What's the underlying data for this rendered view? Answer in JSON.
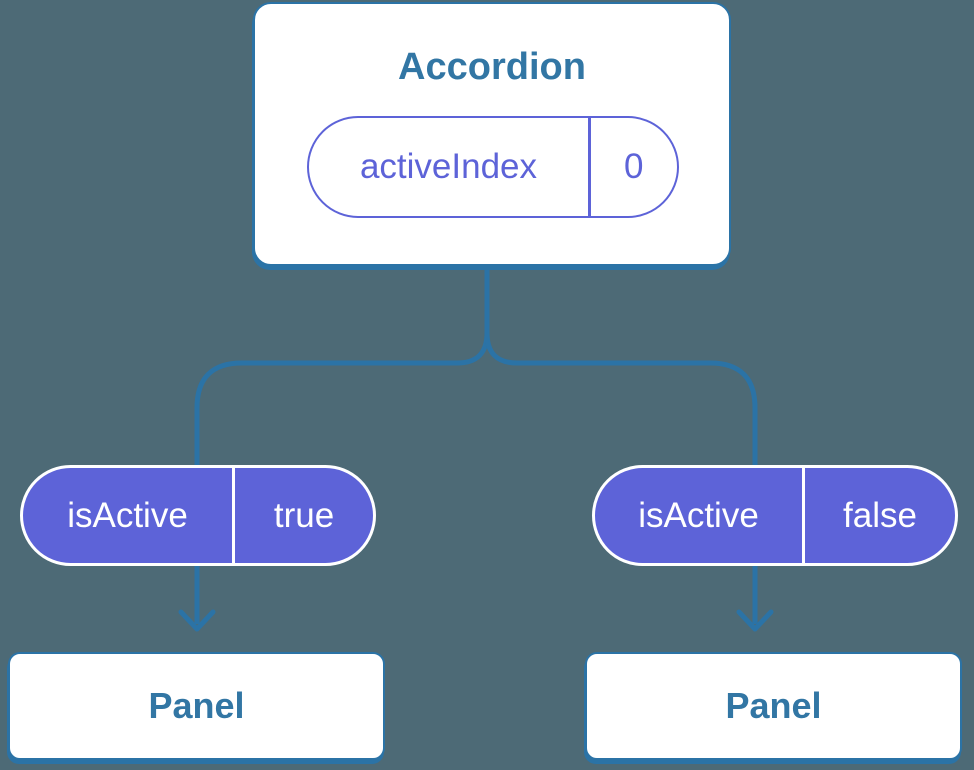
{
  "colors": {
    "bg": "#4d6a76",
    "line": "#2b73a6",
    "ink": "#3276a4",
    "purple": "#5d63d8",
    "card": "#ffffff",
    "on-purple": "#ffffff"
  },
  "tree": {
    "root": {
      "title": "Accordion",
      "prop": {
        "name": "activeIndex",
        "value": "0"
      }
    },
    "children": [
      {
        "state": {
          "name": "isActive",
          "value": "true"
        },
        "panel": {
          "title": "Panel"
        }
      },
      {
        "state": {
          "name": "isActive",
          "value": "false"
        },
        "panel": {
          "title": "Panel"
        }
      }
    ]
  }
}
